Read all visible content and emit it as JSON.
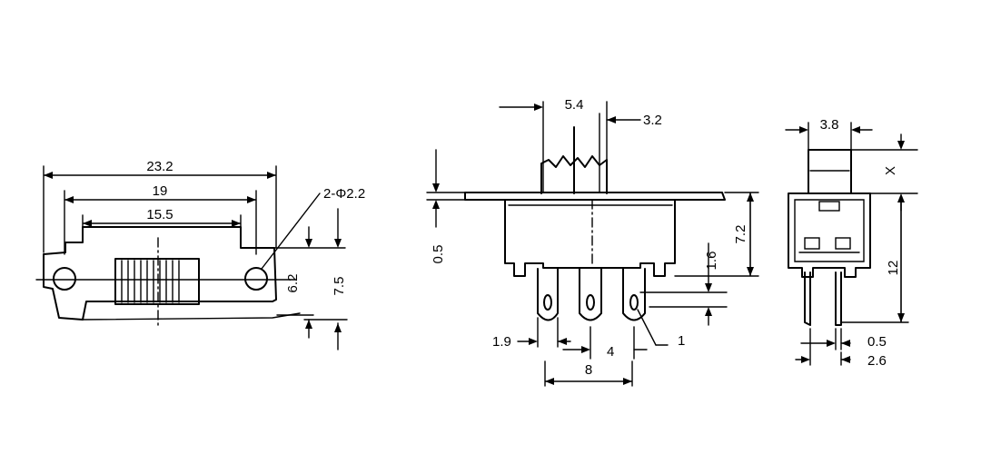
{
  "front_view": {
    "dim_overall": "23.2",
    "dim_mount_holes": "19",
    "dim_slot": "15.5",
    "dim_hole_spec": "2-Φ2.2",
    "dim_hole_height": "6.2",
    "dim_plate_height": "7.5"
  },
  "side_view": {
    "dim_actuator_travel": "5.4",
    "dim_actuator_width": "3.2",
    "dim_plate_thickness": "0.5",
    "dim_body_height": "7.2",
    "dim_lower_step": "1.6",
    "dim_terminal_width": "1.9",
    "dim_terminal_pitch": "4",
    "dim_terminal_hole": "1",
    "dim_terminal_span": "8"
  },
  "end_view": {
    "dim_actuator_width": "3.8",
    "dim_actuator_height": "X",
    "dim_body_height": "12",
    "dim_pin_thickness": "0.5",
    "dim_pin_spacing": "2.6"
  }
}
